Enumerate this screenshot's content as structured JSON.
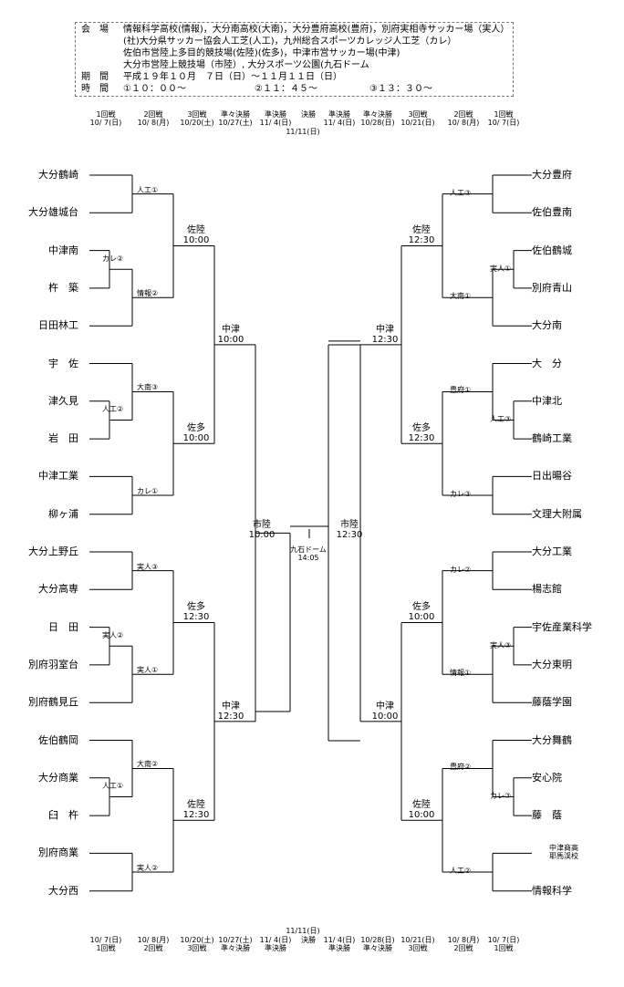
{
  "info": {
    "venue_label": "会　場",
    "venue_lines": [
      "情報科学高校(情報)，大分南高校(大南)，大分豊府高校(豊府)，別府実相寺サッカー場（実人）",
      "(社)大分県サッカー協会人工芝(人工)，九州総合スポーツカレッジ人工芝（カレ）",
      "佐伯市営陸上多目的競技場(佐陸)(佐多)，中津市営サッカー場(中津)",
      "大分市営陸上競技場（市陸）, 大分スポーツ公園(九石ドーム"
    ],
    "period_label": "期　間",
    "period_value": "平成１９年１０月　７日（日）～１１月１１日（日）",
    "time_label": "時　間",
    "times": [
      "①１０：００～",
      "②１１：４５～",
      "③１３：３０～"
    ]
  },
  "header_top": [
    {
      "round": "1回戦",
      "date": "10/ 7(日)"
    },
    {
      "round": "2回戦",
      "date": "10/ 8(月)"
    },
    {
      "round": "3回戦",
      "date": "10/20(土)"
    },
    {
      "round": "準々決勝",
      "date": "10/27(土)"
    },
    {
      "round": "準決勝",
      "date": "11/ 4(日)"
    },
    {
      "round": "決勝",
      "date": ""
    },
    {
      "round": "準決勝",
      "date": "11/ 4(日)"
    },
    {
      "round": "準々決勝",
      "date": "10/28(日)"
    },
    {
      "round": "3回戦",
      "date": "10/21(日)"
    },
    {
      "round": "2回戦",
      "date": "10/ 8(月)"
    },
    {
      "round": "1回戦",
      "date": "10/ 7(日)"
    }
  ],
  "final_date": "11/11(日)",
  "left_teams": [
    "大分鶴崎",
    "大分雄城台",
    "中津南",
    "杵　築",
    "日田林工",
    "宇　佐",
    "津久見",
    "岩　田",
    "中津工業",
    "柳ヶ浦",
    "大分上野丘",
    "大分高専",
    "日　田",
    "別府羽室台",
    "別府鶴見丘",
    "佐伯鶴岡",
    "大分商業",
    "臼　杵",
    "別府商業",
    "大分西"
  ],
  "right_teams": [
    "大分豊府",
    "佐伯豊南",
    "佐伯鶴城",
    "別府青山",
    "大分南",
    "大　分",
    "中津北",
    "鶴崎工業",
    "日出暘谷",
    "文理大附属",
    "大分工業",
    "楊志館",
    "宇佐産業科学",
    "大分東明",
    "藤蔭学園",
    "大分舞鶴",
    "安心院",
    "藤　蔭",
    "中津商高\n耶馬渓校",
    "情報科学"
  ],
  "venues": {
    "l1": "人工①",
    "l2": "カレ②",
    "l3": "情報②",
    "l4": "大南③",
    "l5": "人工②",
    "l6": "カレ①",
    "l7": "実人③",
    "l8": "実人②",
    "l9": "実人①",
    "l10": "大南②",
    "l11": "人工①",
    "l12": "実人②",
    "r1": "人工③",
    "r2": "実人①",
    "r3": "大南①",
    "r4": "豊府①",
    "r5": "人工③",
    "r6": "カレ③",
    "r7": "カレ②",
    "r8": "実人③",
    "r9": "情報①",
    "r10": "豊府②",
    "r11": "カレ③",
    "r12": "人工②"
  },
  "matches": {
    "lq1": "佐陸\n10:00",
    "lq2": "佐多\n10:00",
    "lq3": "佐多\n12:30",
    "lq4": "佐陸\n12:30",
    "ls1": "中津\n10:00",
    "ls2": "中津\n12:30",
    "lf": "市陸\n10:00",
    "rq1": "佐陸\n12:30",
    "rq2": "佐多\n12:30",
    "rq3": "佐多\n10:00",
    "rq4": "佐陸\n10:00",
    "rs1": "中津\n12:30",
    "rs2": "中津\n10:00",
    "rf": "市陸\n12:30",
    "final": "九石ドーム\n14:05"
  }
}
